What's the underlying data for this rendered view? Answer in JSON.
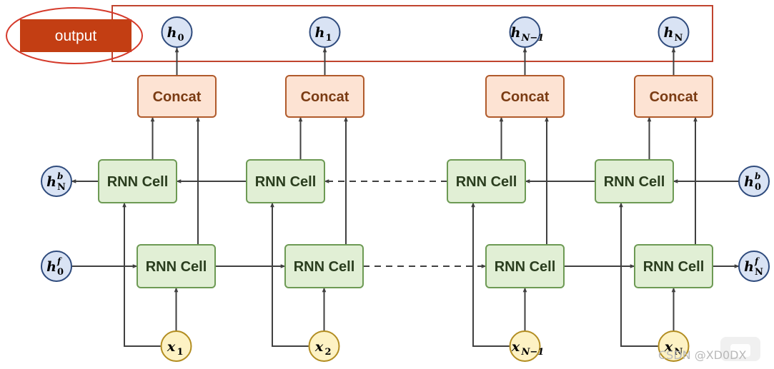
{
  "output_label": "output",
  "colors": {
    "output_bg": "#c33e13",
    "highlight": "#d53a2b",
    "concat_fill": "#fde3d3",
    "concat_stroke": "#b05a2b",
    "concat_text": "#7a3b13",
    "rnn_fill": "#e1efd5",
    "rnn_stroke": "#6d9a54",
    "circle_blue_fill": "#d9e3f4",
    "circle_blue_stroke": "#2e4a7c",
    "circle_yellow_fill": "#fdf2c4",
    "circle_yellow_stroke": "#b28d21",
    "arrow": "#404040"
  },
  "outputs": [
    {
      "base": "h",
      "sub": "0"
    },
    {
      "base": "h",
      "sub": "1"
    },
    {
      "base": "h",
      "sub": "N−1"
    },
    {
      "base": "h",
      "sub": "N"
    }
  ],
  "concat_label": "Concat",
  "rnn_label": "RNN Cell",
  "inputs": [
    {
      "base": "x",
      "sub": "1"
    },
    {
      "base": "x",
      "sub": "2"
    },
    {
      "base": "x",
      "sub": "N−1"
    },
    {
      "base": "x",
      "sub": "N"
    }
  ],
  "backward_init": {
    "base": "h",
    "sub": "0",
    "sup": "b"
  },
  "backward_final": {
    "base": "h",
    "sub": "N",
    "sup": "b"
  },
  "forward_init": {
    "base": "h",
    "sub": "0",
    "sup": "f"
  },
  "forward_final": {
    "base": "h",
    "sub": "N",
    "sup": "f"
  },
  "watermark": "CSDN @XD0DX"
}
